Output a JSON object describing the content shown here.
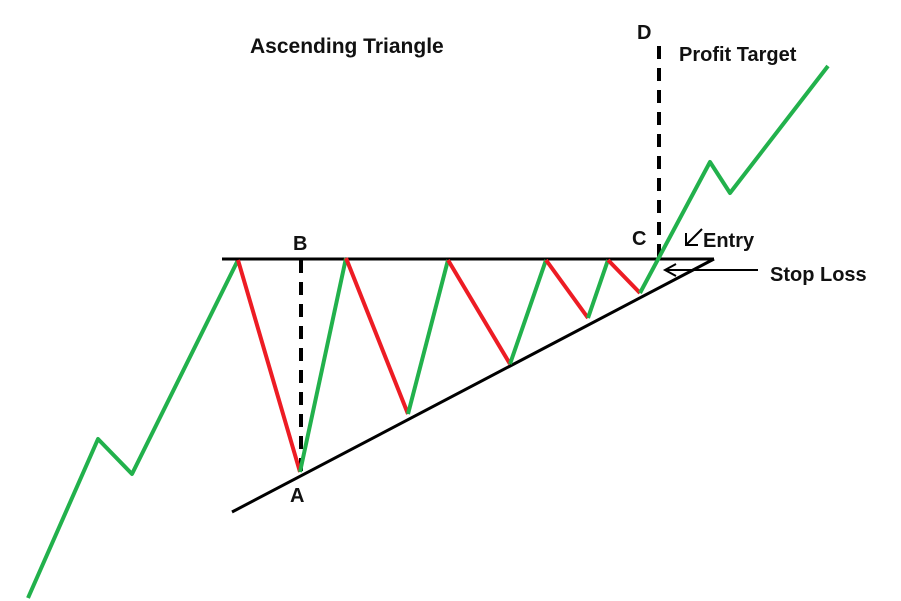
{
  "title": "Ascending Triangle",
  "labels": {
    "a": "A",
    "b": "B",
    "c": "C",
    "d": "D",
    "profit_target": "Profit Target",
    "entry": "Entry",
    "stop_loss": "Stop Loss"
  },
  "colors": {
    "up": "#22b14c",
    "down": "#ed1c24",
    "line": "#000000",
    "background": "#ffffff"
  }
}
